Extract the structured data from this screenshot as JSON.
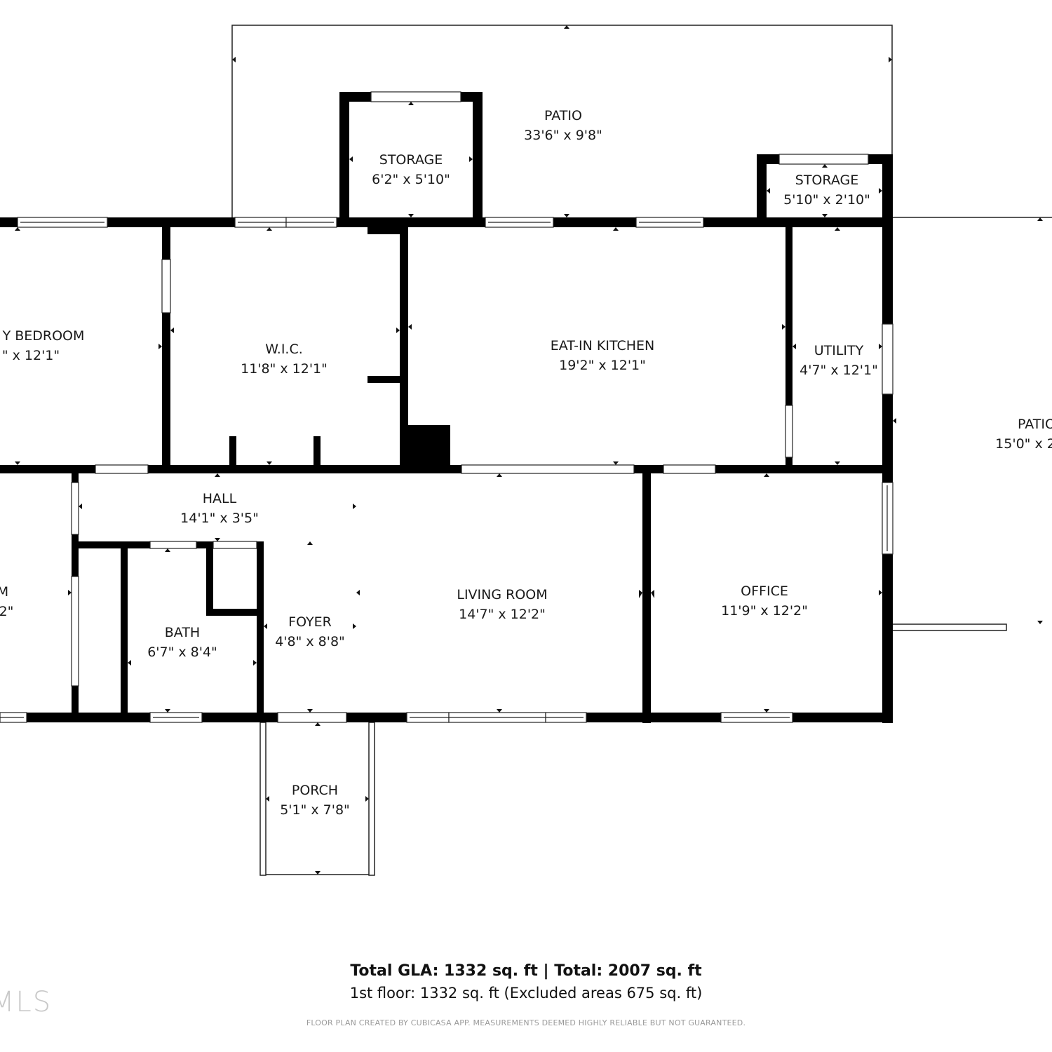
{
  "rooms": [
    {
      "id": "patio-top",
      "name": "PATIO",
      "dims": "33'6\" x 9'8\""
    },
    {
      "id": "storage-left",
      "name": "STORAGE",
      "dims": "6'2\" x 5'10\""
    },
    {
      "id": "storage-right",
      "name": "STORAGE",
      "dims": "5'10\" x 2'10\""
    },
    {
      "id": "bedroom",
      "name": "Y BEDROOM",
      "dims": "\" x 12'1\""
    },
    {
      "id": "wic",
      "name": "W.I.C.",
      "dims": "11'8\" x 12'1\""
    },
    {
      "id": "kitchen",
      "name": "EAT-IN KITCHEN",
      "dims": "19'2\" x 12'1\""
    },
    {
      "id": "utility",
      "name": "UTILITY",
      "dims": "4'7\" x 12'1\""
    },
    {
      "id": "patio-right",
      "name": "PATIO",
      "dims": "15'0\" x 2"
    },
    {
      "id": "hall",
      "name": "HALL",
      "dims": "14'1\" x 3'5\""
    },
    {
      "id": "room-left",
      "name": "M",
      "dims": "2\""
    },
    {
      "id": "bath",
      "name": "BATH",
      "dims": "6'7\" x 8'4\""
    },
    {
      "id": "foyer",
      "name": "FOYER",
      "dims": "4'8\" x 8'8\""
    },
    {
      "id": "living",
      "name": "LIVING ROOM",
      "dims": "14'7\" x 12'2\""
    },
    {
      "id": "office",
      "name": "OFFICE",
      "dims": "11'9\" x 12'2\""
    },
    {
      "id": "porch",
      "name": "PORCH",
      "dims": "5'1\" x 7'8\""
    }
  ],
  "summary": {
    "total": "Total GLA: 1332 sq. ft | Total: 2007 sq. ft",
    "floor": "1st floor: 1332 sq. ft (Excluded areas 675 sq. ft)",
    "disclaimer": "FLOOR PLAN CREATED BY CUBICASA APP. MEASUREMENTS DEEMED HIGHLY RELIABLE BUT NOT GUARANTEED.",
    "logo": "MLS"
  }
}
